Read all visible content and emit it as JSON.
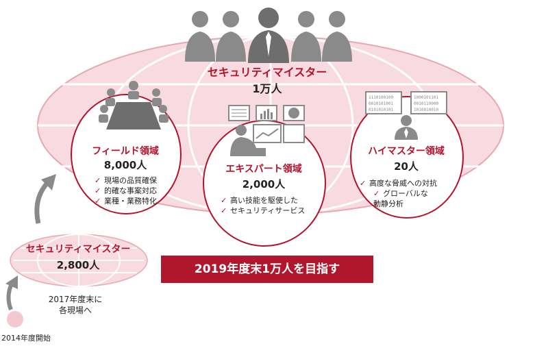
{
  "top_heading": {
    "title": "セキュリティマイスター",
    "count": "1万人"
  },
  "circles": [
    {
      "title": "フィールド領域",
      "count": "8,000人",
      "bullets": [
        "現場の品質確保",
        "的確な事案対応",
        "業種・業務特化"
      ]
    },
    {
      "title": "エキスパート領域",
      "count": "2,000人",
      "bullets": [
        "高い技能を駆使した",
        "セキュリティサービス"
      ]
    },
    {
      "title": "ハイマスター領域",
      "count": "20人",
      "bullets": [
        "高度な脅威への対抗",
        "グローバルな",
        "動静分析"
      ]
    }
  ],
  "small_globe": {
    "title": "セキュリティマイスター",
    "count": "2,800人"
  },
  "goal_banner": "2019年度末1万人を目指す",
  "timeline": {
    "milestone_2017_line1": "2017年度末に",
    "milestone_2017_line2": "各現場へ",
    "start_2014": "2014年度開始"
  },
  "binary_lines": {
    "left": [
      "1110100100",
      "0010101001",
      "0101010101"
    ],
    "right": [
      "1000101101",
      "0010110000",
      "1010010010"
    ]
  },
  "colors": {
    "accent": "#b5122a",
    "globe_fill": "#f6d7dc",
    "icon_gray": "#8a8a8a"
  }
}
